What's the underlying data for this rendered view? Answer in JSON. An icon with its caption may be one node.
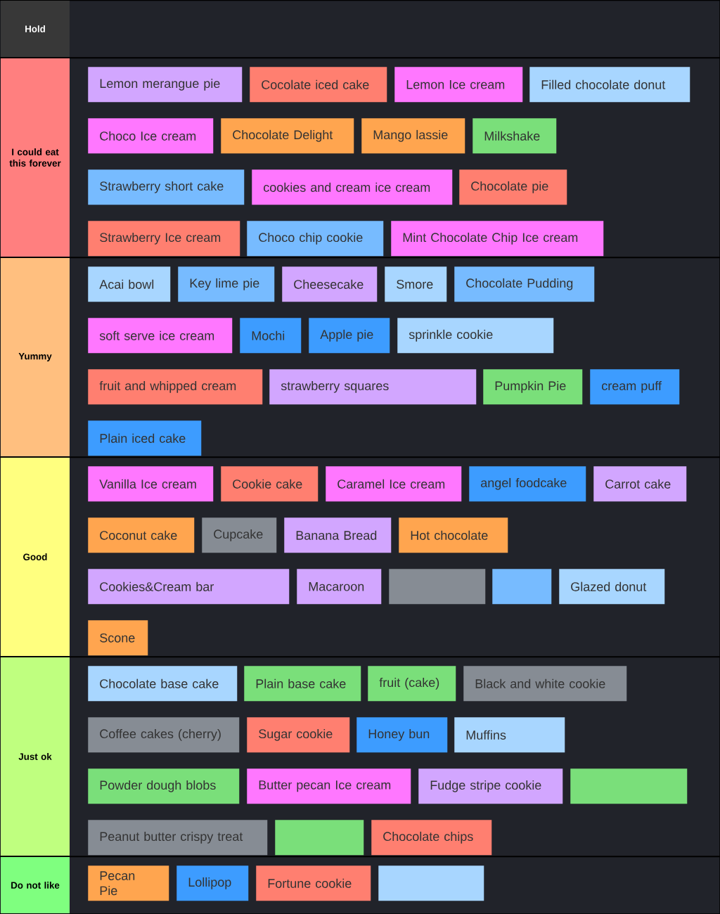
{
  "diagram": {
    "nodes": [
      {
        "text": [
          "Hold"
        ]
      },
      {
        "text": [
          "I could eat this forever"
        ]
      },
      {
        "text": [
          "Lemon merangue pie"
        ],
        "in": 1
      },
      {
        "text": [
          "Cocolate iced cake"
        ],
        "in": 1
      },
      {
        "text": [
          "Lemon Ice cream"
        ],
        "in": 1
      },
      {
        "text": [
          "Filled chocolate donut"
        ],
        "in": 1
      },
      {
        "text": [
          "Choco Ice cream"
        ],
        "in": 1
      },
      {
        "text": [
          "Chocolate Delight"
        ],
        "in": 1
      },
      {
        "text": [
          "Mango lassie"
        ],
        "in": 1
      },
      {
        "text": [
          "Milkshake"
        ],
        "in": 1
      },
      {
        "text": [
          "Strawberry short cake"
        ],
        "in": 1
      },
      {
        "text": [
          "cookies and cream ice cream"
        ],
        "in": 1
      },
      {
        "text": [
          "Chocolate pie"
        ],
        "in": 1
      },
      {
        "text": [
          "Strawberry Ice cream"
        ],
        "in": 1
      },
      {
        "text": [
          "Choco chip cookie"
        ],
        "in": 1
      },
      {
        "text": [
          "Mint Chocolate Chip Ice cream"
        ],
        "in": 1
      },
      {
        "text": [
          "Yummy"
        ]
      },
      {
        "text": [
          "Acai bowl"
        ],
        "in": 16
      },
      {
        "text": [
          "Key lime pie"
        ],
        "in": 16
      },
      {
        "text": [
          "Cheesecake"
        ],
        "in": 16
      },
      {
        "text": [
          "Smore"
        ],
        "in": 16
      },
      {
        "text": [
          "Chocolate Pudding"
        ],
        "in": 16
      },
      {
        "text": [
          "soft serve ice cream"
        ],
        "in": 16
      },
      {
        "text": [
          "Mochi"
        ],
        "in": 16
      },
      {
        "text": [
          "Apple pie"
        ],
        "in": 16
      },
      {
        "text": [
          "sprinkle cookie"
        ],
        "in": 16
      },
      {
        "text": [
          "fruit and whipped cream"
        ],
        "in": 16
      },
      {
        "text": [
          "strawberry squares"
        ],
        "in": 16
      },
      {
        "text": [
          "Pumpkin Pie"
        ],
        "in": 16
      },
      {
        "text": [
          "cream puff"
        ],
        "in": 16
      },
      {
        "text": [
          "Plain iced cake"
        ],
        "in": 16
      },
      {
        "text": [
          "Good"
        ]
      },
      {
        "text": [
          "Vanilla Ice cream"
        ],
        "in": 31
      },
      {
        "text": [
          "Cookie cake"
        ],
        "in": 31
      },
      {
        "text": [
          "Caramel Ice cream"
        ],
        "in": 31
      },
      {
        "text": [
          "angel foodcake"
        ],
        "in": 31
      },
      {
        "text": [
          "Carrot cake"
        ],
        "in": 31
      },
      {
        "text": [
          "Coconut cake"
        ],
        "in": 31
      },
      {
        "text": [
          "Cupcake"
        ],
        "in": 31
      },
      {
        "text": [
          "Banana Bread"
        ],
        "in": 31
      },
      {
        "text": [
          "Hot chocolate"
        ],
        "in": 31
      },
      {
        "text": [
          "Cookies&Cream bar"
        ],
        "in": 31
      },
      {
        "text": [
          "Macaroon"
        ],
        "in": 31
      },
      {
        "text": [],
        "shape": "box",
        "in": 31
      },
      {
        "text": [],
        "shape": "box",
        "in": 31
      },
      {
        "text": [
          "Glazed donut"
        ],
        "in": 31
      },
      {
        "text": [
          "Scone"
        ],
        "in": 31
      },
      {
        "text": [
          "Just ok"
        ]
      },
      {
        "text": [
          "Chocolate base cake"
        ],
        "in": 47
      },
      {
        "text": [
          "Plain base cake"
        ],
        "in": 47
      },
      {
        "text": [
          "fruit (cake)"
        ],
        "in": 47
      },
      {
        "text": [
          "Black and white cookie"
        ],
        "in": 47
      },
      {
        "text": [
          "Coffee cakes (cherry)"
        ],
        "in": 47
      },
      {
        "text": [
          "Sugar cookie"
        ],
        "in": 47
      },
      {
        "text": [
          "Honey bun"
        ],
        "in": 47
      },
      {
        "text": [
          "Muffins"
        ],
        "in": 47
      },
      {
        "text": [
          "Powder dough blobs"
        ],
        "in": 47
      },
      {
        "text": [
          "Butter pecan Ice cream"
        ],
        "in": 47
      },
      {
        "text": [
          "Fudge stripe cookie"
        ],
        "in": 47
      },
      {
        "text": [],
        "shape": "box",
        "in": 47
      },
      {
        "text": [
          "Peanut butter crispy treat"
        ],
        "in": 47
      },
      {
        "text": [],
        "shape": "box",
        "in": 47
      },
      {
        "text": [
          "Chocolate chips"
        ],
        "in": 47
      },
      {
        "text": [
          "Do not like"
        ]
      },
      {
        "text": [
          "Pecan Pie"
        ],
        "in": 63
      },
      {
        "text": [
          "Lollipop"
        ],
        "in": 63
      },
      {
        "text": [
          "Fortune cookie"
        ],
        "in": 63
      },
      {
        "text": [],
        "shape": "box",
        "in": 63
      }
    ]
  }
}
